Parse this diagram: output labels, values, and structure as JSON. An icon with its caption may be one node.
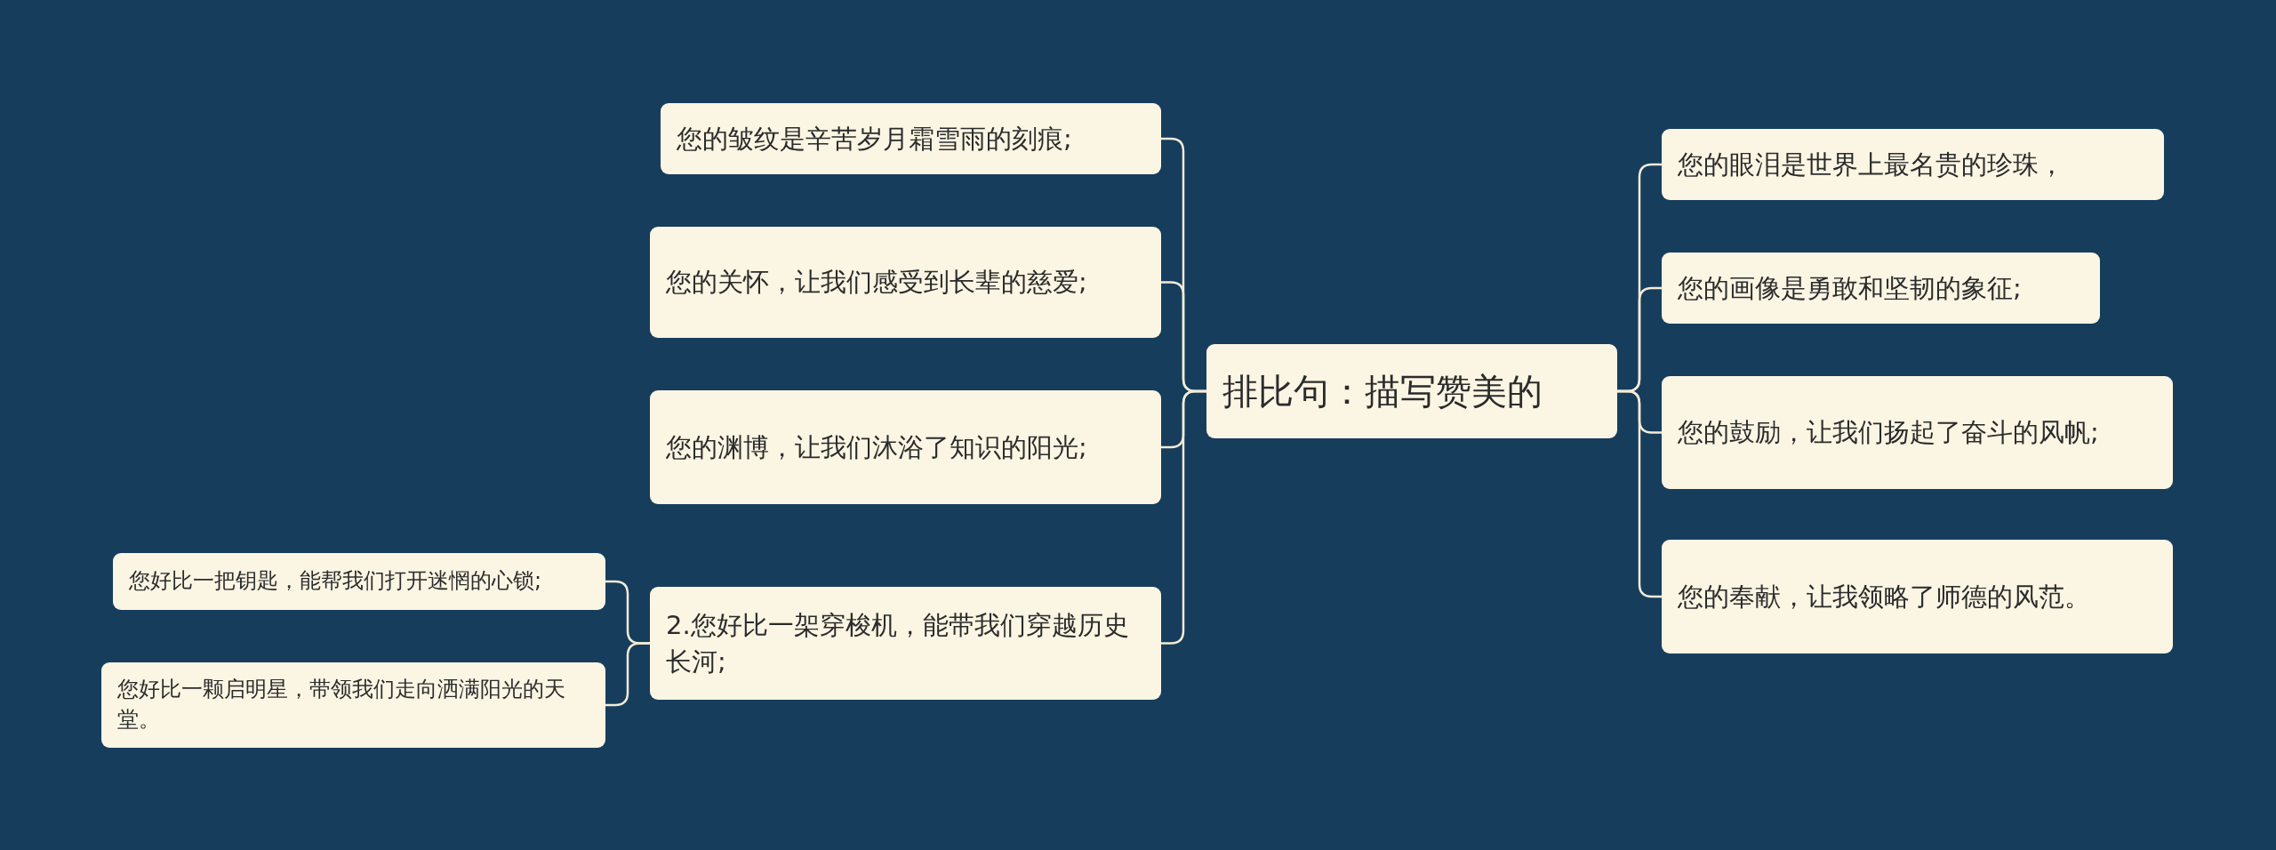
{
  "diagram": {
    "nodes": [
      {
        "text": [
          "排比句：描写赞美的"
        ]
      },
      {
        "text": [
          "您的皱纹是辛苦岁月霜雪雨的刻痕;"
        ]
      },
      {
        "text": [
          "您的关怀，让我们感受到长辈的慈爱;"
        ]
      },
      {
        "text": [
          "您的渊博，让我们沐浴了知识的阳光;"
        ]
      },
      {
        "text": [
          "2.您好比一架穿梭机，能带我们穿越历史长河;"
        ]
      },
      {
        "text": [
          "您好比一把钥匙，能帮我们打开迷惘的心锁;"
        ]
      },
      {
        "text": [
          "您好比一颗启明星，带领我们走向洒满阳光的天堂。"
        ]
      },
      {
        "text": [
          "您的眼泪是世界上最名贵的珍珠，"
        ]
      },
      {
        "text": [
          "您的画像是勇敢和坚韧的象征;"
        ]
      },
      {
        "text": [
          "您的鼓励，让我们扬起了奋斗的风帆;"
        ]
      },
      {
        "text": [
          "您的奉献，让我领略了师德的风范。"
        ]
      }
    ],
    "edges": [
      {
        "from": 0,
        "to": 1,
        "arrow": "none"
      },
      {
        "from": 0,
        "to": 2,
        "arrow": "none"
      },
      {
        "from": 0,
        "to": 3,
        "arrow": "none"
      },
      {
        "from": 0,
        "to": 4,
        "arrow": "none"
      },
      {
        "from": 4,
        "to": 5,
        "arrow": "none"
      },
      {
        "from": 4,
        "to": 6,
        "arrow": "none"
      },
      {
        "from": 0,
        "to": 7,
        "arrow": "none"
      },
      {
        "from": 0,
        "to": 8,
        "arrow": "none"
      },
      {
        "from": 0,
        "to": 9,
        "arrow": "none"
      },
      {
        "from": 0,
        "to": 10,
        "arrow": "none"
      }
    ]
  }
}
